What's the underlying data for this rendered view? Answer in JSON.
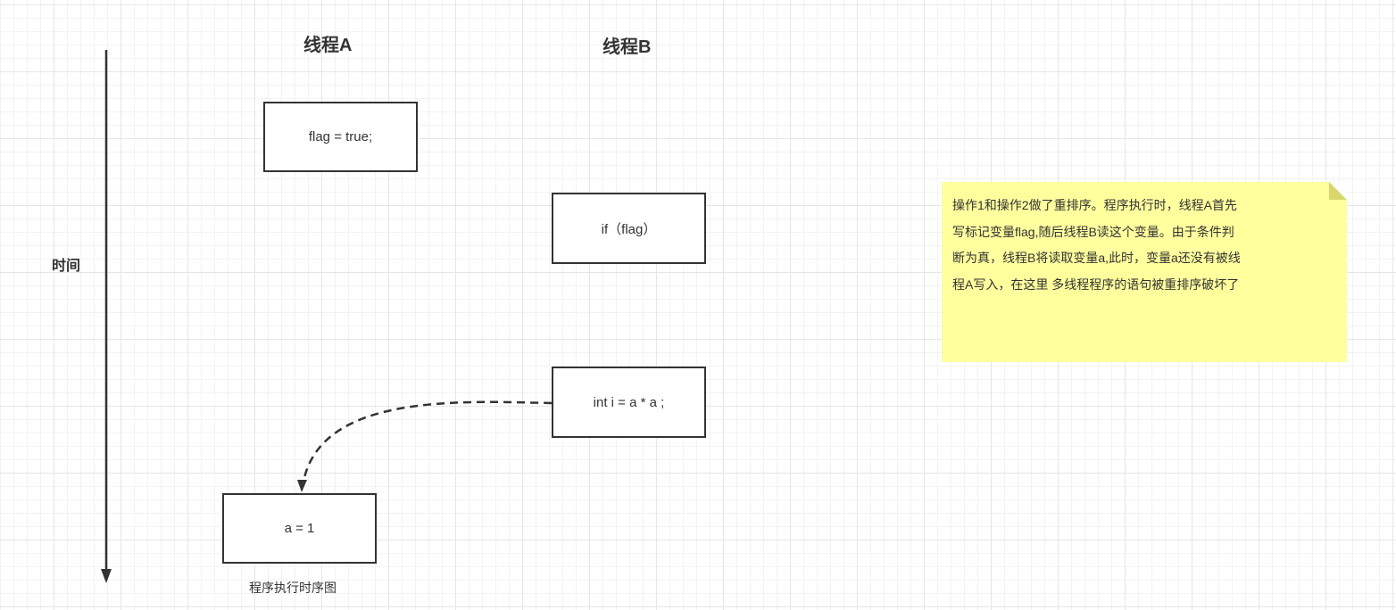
{
  "diagram": {
    "thread_a_title": "线程A",
    "thread_b_title": "线程B",
    "time_label": "时间",
    "steps": {
      "a_flag": "flag = true;",
      "b_if": "if（flag）",
      "b_compute": "int i = a * a ;",
      "a_assign": "a = 1"
    },
    "caption": "程序执行时序图",
    "note": {
      "lines": [
        "操作1和操作2做了重排序。程序执行时，线程A首先",
        "写标记变量flag,随后线程B读这个变量。由于条件判",
        "断为真，线程B将读取变量a,此时，变量a还没有被线",
        "程A写入，在这里 多线程程序的语句被重排序破坏了"
      ]
    },
    "colors": {
      "stroke": "#333333",
      "note_fill": "#ffff9e",
      "grid": "#e6e6e6"
    }
  }
}
